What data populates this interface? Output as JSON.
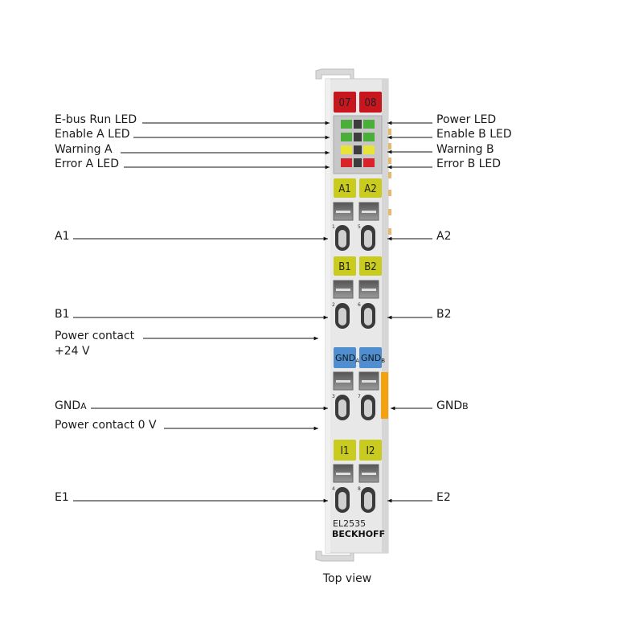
{
  "module": {
    "leds_top": [
      "07",
      "08"
    ],
    "label_a1": "A1",
    "label_a2": "A2",
    "label_b1": "B1",
    "label_b2": "B2",
    "label_gnd_a": "GND",
    "label_gnd_a_sub": "A",
    "label_gnd_b": "GND",
    "label_gnd_b_sub": "B",
    "label_i1": "I1",
    "label_i2": "I2",
    "contact_numbers": [
      "1",
      "5",
      "2",
      "6",
      "3",
      "7",
      "4",
      "8"
    ],
    "model": "EL2535",
    "brand": "BECKHOFF"
  },
  "callouts_left": {
    "ebus_run_led": "E-bus Run LED",
    "enable_a_led": "Enable A LED",
    "warning_a": "Warning A",
    "error_a_led": "Error A LED",
    "a1": "A1",
    "b1": "B1",
    "power_contact_24v_line1": "Power contact",
    "power_contact_24v_line2": "+24 V",
    "gnd_a": "GND",
    "gnd_a_sub": "A",
    "power_contact_0v": "Power contact 0 V",
    "e1": "E1"
  },
  "callouts_right": {
    "power_led": "Power LED",
    "enable_b_led": "Enable B LED",
    "warning_b": "Warning B",
    "error_b_led": "Error B LED",
    "a2": "A2",
    "b2": "B2",
    "gnd_b": "GND",
    "gnd_b_sub": "B",
    "e2": "E2"
  },
  "caption": "Top view",
  "colors": {
    "red_label": "#c8161e",
    "yellow_label": "#c9cc1e",
    "blue_label": "#4f8fcf",
    "orange": "#f2a20f",
    "housing": "#e6e6e6",
    "green_led": "#4cae3a",
    "yellow_led": "#e8e338",
    "red_led": "#d8232a"
  }
}
